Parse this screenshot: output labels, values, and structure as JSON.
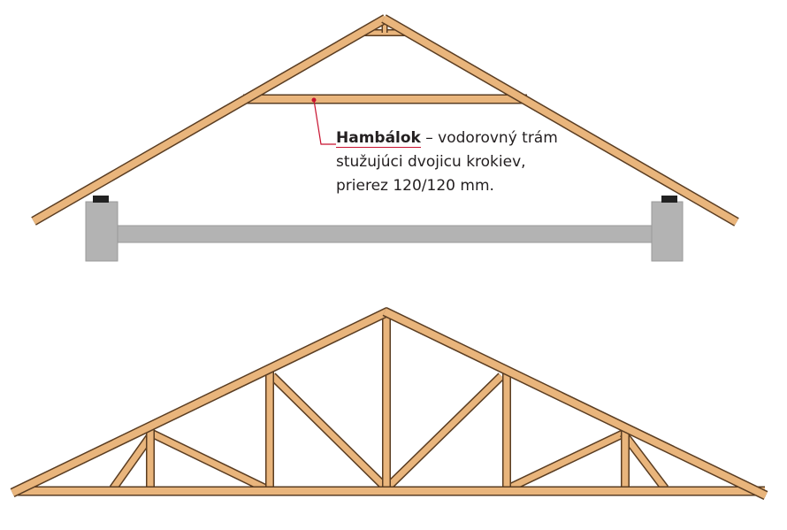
{
  "annotation": {
    "term": "Hambálok",
    "line1_rest": " – vodorovný trám",
    "line2": "stužujúci dvojicu krokiev,",
    "line3": "prierez 120/120 mm."
  },
  "colors": {
    "wood": "#e9b57c",
    "wood_outline": "#5a3d22",
    "concrete": "#b3b3b3",
    "leader": "#c8102e"
  }
}
